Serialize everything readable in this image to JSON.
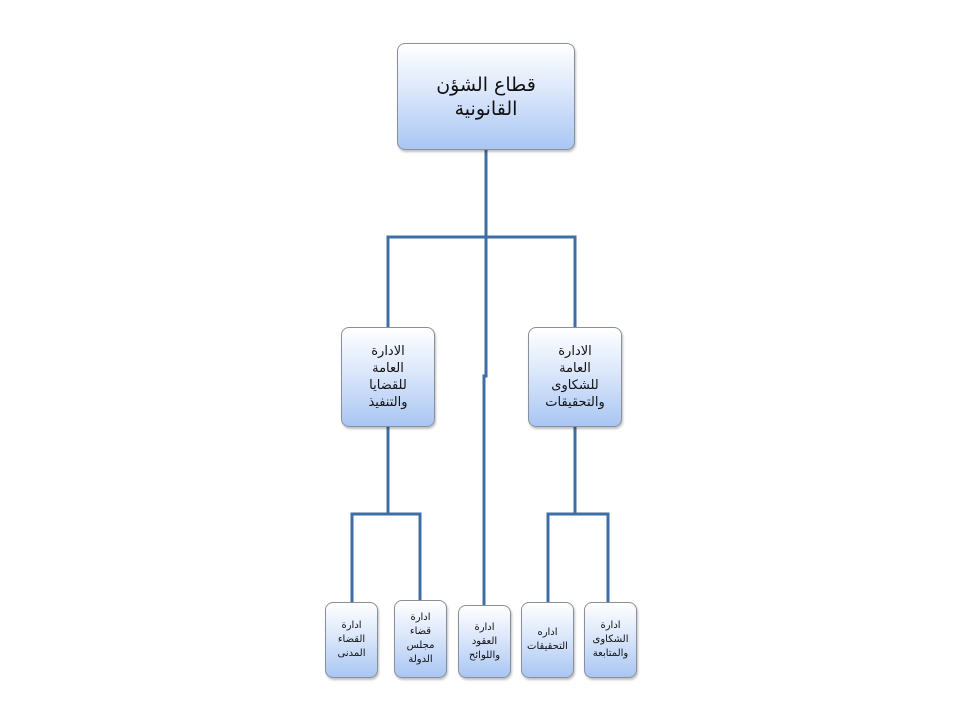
{
  "colors": {
    "connector": "#3f6ea4",
    "box_top": "#ffffff",
    "box_bottom": "#a9c6f4"
  },
  "root": {
    "label": "قطاع الشؤن\nالقانونية"
  },
  "level2": [
    {
      "label": "الادارة\nالعامة\nللقضايا\nوالتنفيذ"
    },
    {
      "label": "الادارة\nالعامة\nللشكاوى\nوالتحقيقات"
    }
  ],
  "level3": [
    {
      "label": "ادارة\nالقضاء\nالمدنى"
    },
    {
      "label": "ادارة\nقضاء\nمجلس\nالدولة"
    },
    {
      "label": "ادارة\nالعقود\nواللوائح"
    },
    {
      "label": "اداره\nالتحقيقات"
    },
    {
      "label": "ادارة\nالشكاوى\nوالمتابعة"
    }
  ]
}
